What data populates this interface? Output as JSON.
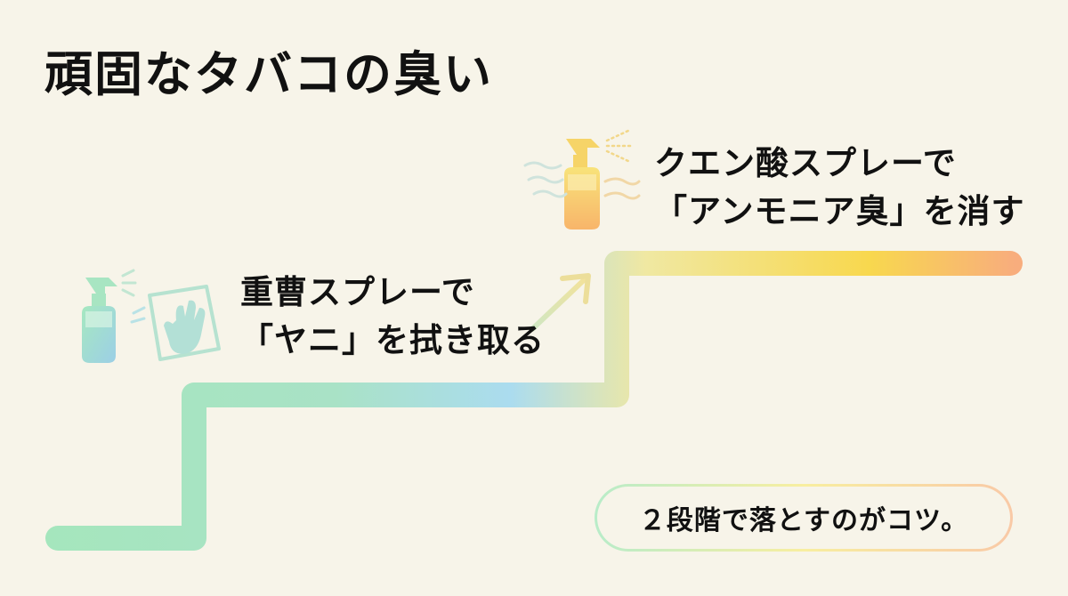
{
  "title": "頑固なタバコの臭い",
  "steps": [
    {
      "line1": "重曹スプレーで",
      "line2": "「ヤニ」を拭き取る",
      "icons": [
        "spray-bottle-icon",
        "cleaning-cloth-icon"
      ]
    },
    {
      "line1": "クエン酸スプレーで",
      "line2": "「アンモニア臭」を消す",
      "icons": [
        "spray-bottle-icon",
        "odor-wave-icon"
      ]
    }
  ],
  "footer_note": "２段階で落とすのがコツ。",
  "colors": {
    "background": "#f7f4e9",
    "stair_start": "#9fe3b8",
    "stair_mid": "#a9dcef",
    "stair_yellow": "#f7dd55",
    "stair_end": "#f8b07a",
    "text": "#111111"
  }
}
